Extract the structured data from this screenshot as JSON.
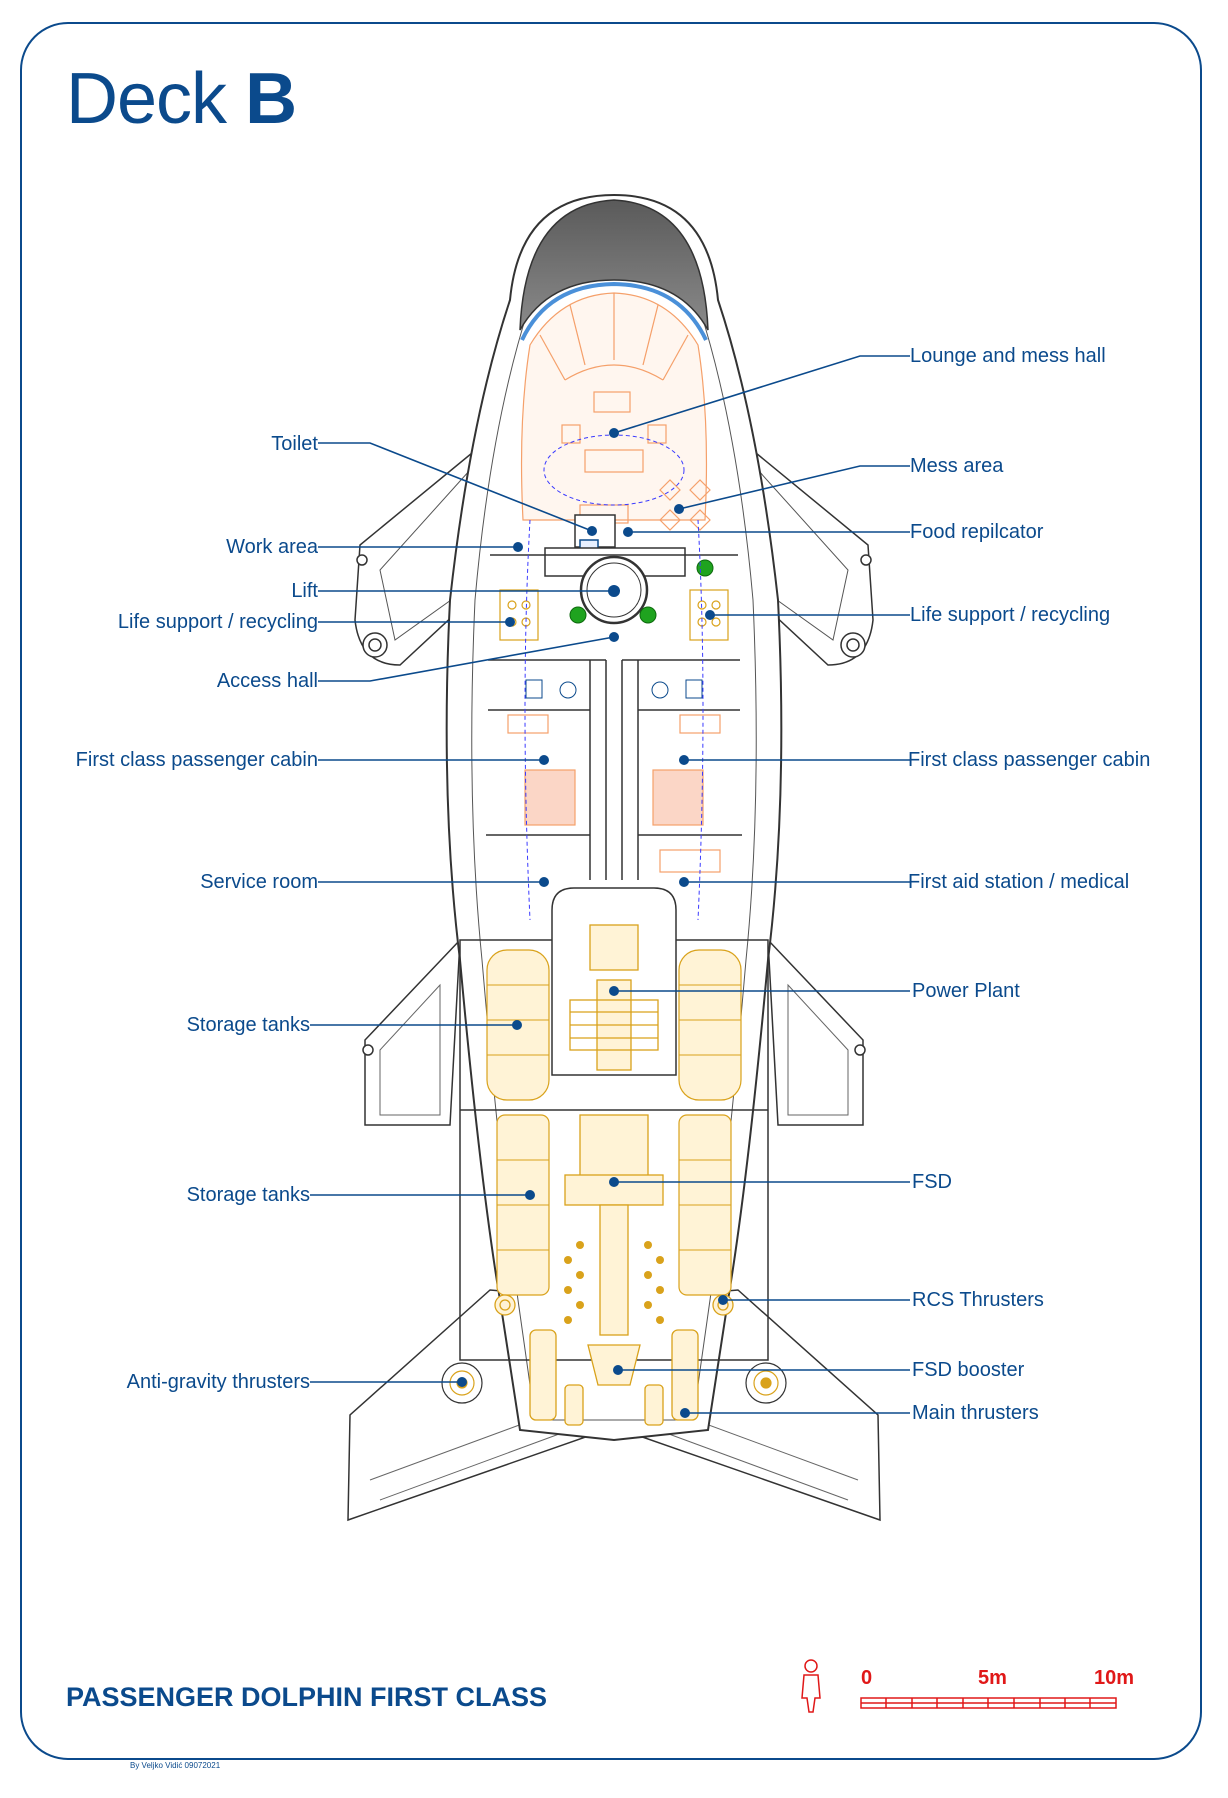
{
  "title": {
    "prefix": "Deck",
    "letter": "B"
  },
  "subtitle": "PASSENGER DOLPHIN FIRST CLASS",
  "credit": "By Veljko Vidić 09072021",
  "scale": {
    "zero": "0",
    "mid": "5m",
    "end": "10m"
  },
  "colors": {
    "accent": "#0b4a8c",
    "interior": "#f5a06a",
    "engineering": "#d9a21b",
    "scale": "#e01818",
    "canopy": "#6b6b6b"
  },
  "labels": {
    "left": [
      {
        "id": "toilet",
        "text": "Toilet"
      },
      {
        "id": "work_area",
        "text": "Work area"
      },
      {
        "id": "lift",
        "text": "Lift"
      },
      {
        "id": "life_support_left",
        "text": "Life support / recycling"
      },
      {
        "id": "access_hall",
        "text": "Access hall"
      },
      {
        "id": "cabin_left",
        "text": "First class passenger cabin"
      },
      {
        "id": "service_room",
        "text": "Service room"
      },
      {
        "id": "storage_tanks_1",
        "text": "Storage tanks"
      },
      {
        "id": "storage_tanks_2",
        "text": "Storage tanks"
      },
      {
        "id": "anti_gravity",
        "text": "Anti-gravity thrusters"
      }
    ],
    "right": [
      {
        "id": "lounge",
        "text": "Lounge and mess hall"
      },
      {
        "id": "mess_area",
        "text": "Mess area"
      },
      {
        "id": "food_replicator",
        "text": "Food repilcator"
      },
      {
        "id": "life_support_right",
        "text": "Life support / recycling"
      },
      {
        "id": "cabin_right",
        "text": "First class passenger cabin"
      },
      {
        "id": "first_aid",
        "text": "First aid station / medical"
      },
      {
        "id": "power_plant",
        "text": "Power Plant"
      },
      {
        "id": "fsd",
        "text": "FSD"
      },
      {
        "id": "rcs",
        "text": "RCS Thrusters"
      },
      {
        "id": "fsd_booster",
        "text": "FSD booster"
      },
      {
        "id": "main_thrusters",
        "text": "Main thrusters"
      }
    ]
  }
}
